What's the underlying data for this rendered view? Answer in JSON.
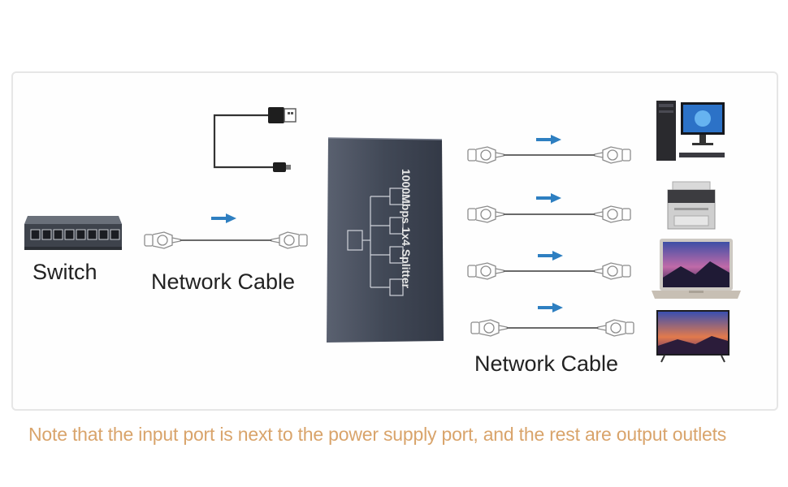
{
  "labels": {
    "switch": "Switch",
    "network_cable_left": "Network Cable",
    "network_cable_right": "Network Cable",
    "splitter_model": "1000Mbps 1x4 Splitter"
  },
  "note": "Note that the input port is next to the power supply port, and the rest are output outlets",
  "colors": {
    "arrow": "#2e7fc1",
    "note_text": "#d9a46b",
    "splitter_body": "#3f4654",
    "switch_body": "#4a4f58"
  },
  "icons": [
    "switch-icon",
    "usb-power-cable-icon",
    "ethernet-cable-icon",
    "splitter-icon",
    "arrow-right-icon",
    "desktop-pc-icon",
    "printer-icon",
    "laptop-icon",
    "tv-icon"
  ]
}
